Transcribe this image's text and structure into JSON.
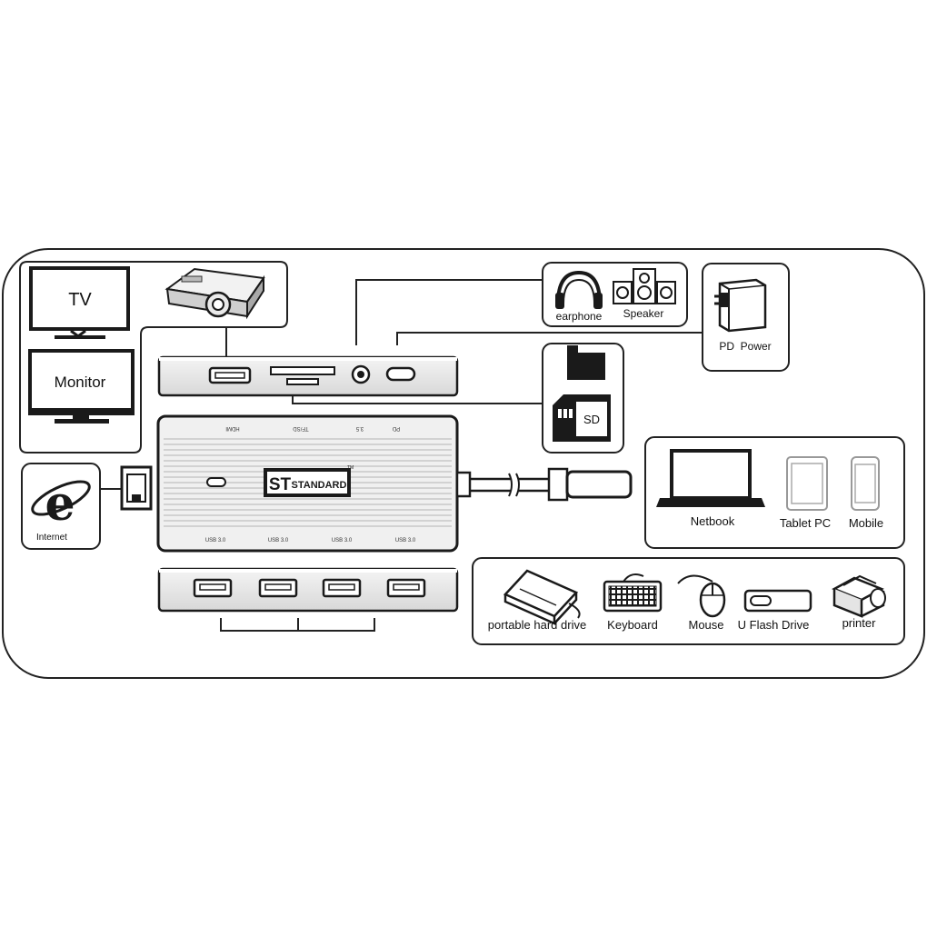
{
  "displays": {
    "tv": "TV",
    "monitor": "Monitor"
  },
  "audio": {
    "earphone": "earphone",
    "speaker": "Speaker"
  },
  "power": {
    "label": "PD  Power"
  },
  "card": {
    "sd": "SD"
  },
  "network": {
    "internet": "Internet",
    "internet_logo": "e"
  },
  "hub": {
    "brand_mark": "ST",
    "brand": "STANDARD",
    "tm": "TM",
    "top_ports": [
      "HDMI",
      "TF/SD",
      "3.5",
      "PD"
    ],
    "bottom_ports": [
      "USB 3.0",
      "USB 3.0",
      "USB 3.0",
      "USB 3.0"
    ]
  },
  "hosts": {
    "netbook": "Netbook",
    "tablet": "Tablet PC",
    "mobile": "Mobile"
  },
  "usb_devices": {
    "hard_drive": "portable hard drive",
    "keyboard": "Keyboard",
    "mouse": "Mouse",
    "flash": "U Flash Drive",
    "printer": "printer"
  }
}
